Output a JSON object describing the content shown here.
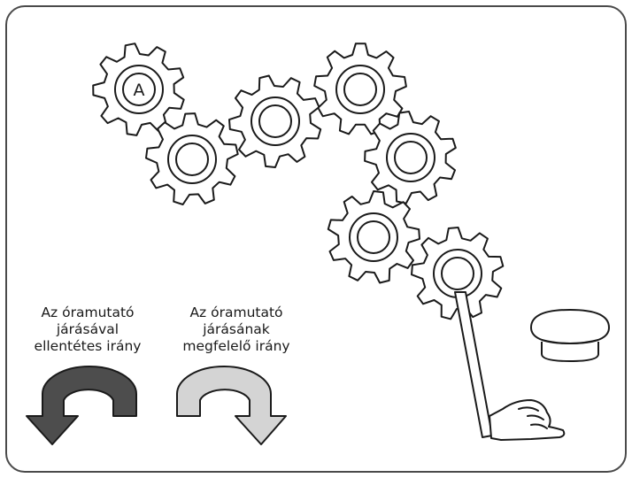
{
  "gear_label": "A",
  "labels": {
    "counterclockwise": [
      "Az óramutató",
      "járásával",
      "ellentétes irány"
    ],
    "clockwise": [
      "Az óramutató",
      "járásának",
      "megfelelő irány"
    ]
  },
  "colors": {
    "counterclockwise_arrow": "#4d4d4d",
    "clockwise_arrow": "#d4d4d4",
    "stroke": "#1a1a1a"
  }
}
